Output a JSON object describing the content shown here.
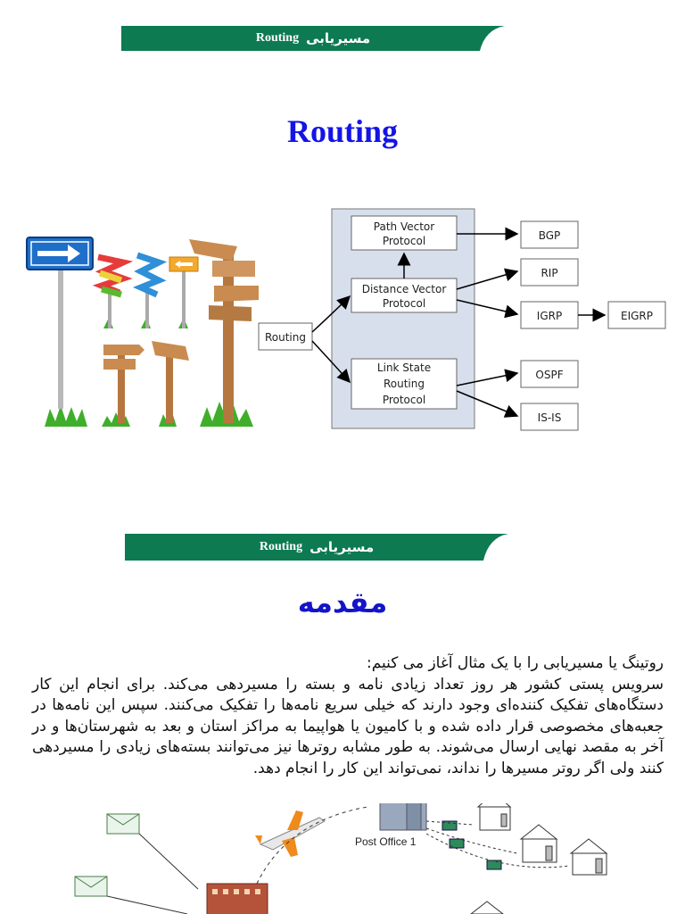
{
  "header": {
    "title_fa": "مسیریابی",
    "title_en": "Routing",
    "color": "#0d7a52"
  },
  "slide1": {
    "title": "Routing",
    "diagram": {
      "root": "Routing",
      "categories": [
        "Path Vector\nProtocol",
        "Distance Vector\nProtocol",
        "Link State\nRouting\nProtocol"
      ],
      "protocols": [
        "BGP",
        "RIP",
        "IGRP",
        "EIGRP",
        "OSPF",
        "IS-IS"
      ]
    }
  },
  "slide2": {
    "title": "مقدمه",
    "intro_line": "روتینگ یا مسیریابی را با یک مثال آغاز می کنیم:",
    "paragraph": "سرویس پستی کشور هر روز تعداد زیادی نامه و بسته را مسیردهی می‌کند. برای انجام این کار دستگاه‌های تفکیک کننده‌ای وجود دارند که خیلی سریع نامه‌ها را تفکیک می‌کنند. سپس این نامه‌ها در جعبه‌های مخصوصی قرار داده شده و با کامیون یا هواپیما به مراکز استان و بعد به شهرستان‌ها و در آخر به مقصد نهایی ارسال می‌شوند. به طور مشابه روترها نیز می‌توانند بسته‌های زیادی را مسیردهی کنند ولی اگر روتر مسیرها را نداند، نمی‌تواند این کار را انجام دهد.",
    "post_office_label": "Post Office 1"
  }
}
